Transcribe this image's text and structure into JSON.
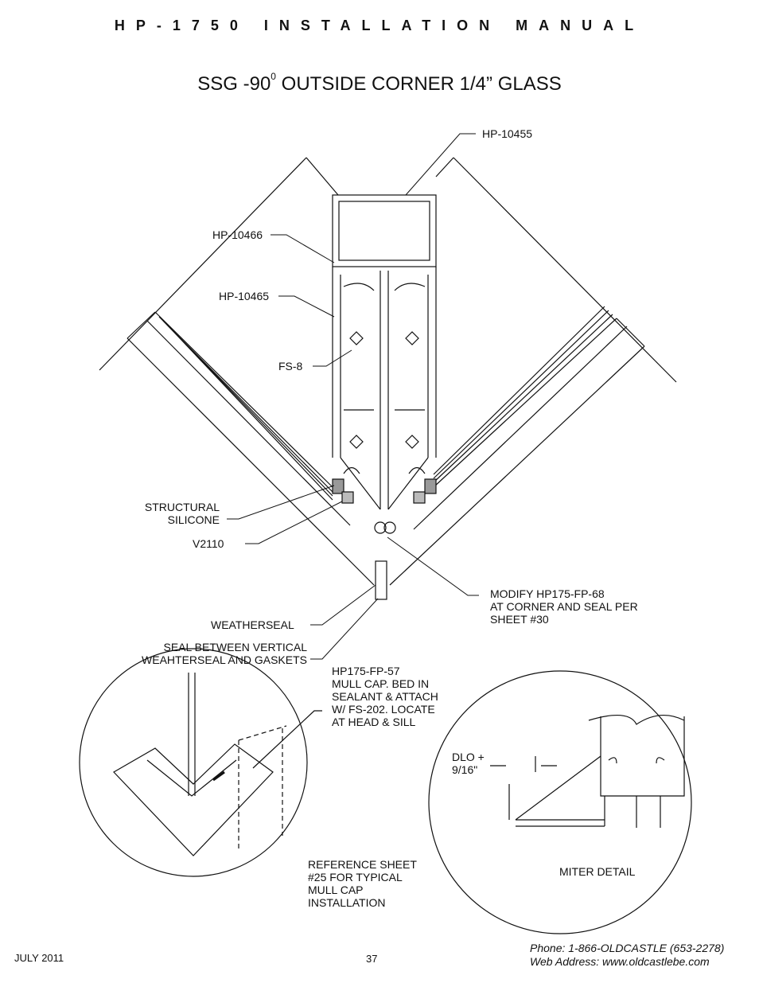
{
  "header": "HP-1750 INSTALLATION MANUAL",
  "title": {
    "main": "SSG -90",
    "sup": "0",
    "rest": " OUTSIDE CORNER 1/4” GLASS"
  },
  "labels": {
    "hp10455": "HP-10455",
    "hp10466": "HP-10466",
    "hp10465": "HP-10465",
    "fs8": "FS-8",
    "structural_silicone": "STRUCTURAL\nSILICONE",
    "v2110": "V2110",
    "weatherseal": "WEATHERSEAL",
    "seal_between": "SEAL BETWEEN VERTICAL\nWEAHTERSEAL AND GASKETS",
    "modify": "MODIFY HP175-FP-68\nAT CORNER AND SEAL PER\nSHEET #30",
    "mull_cap": "HP175-FP-57\nMULL CAP. BED IN\nSEALANT & ATTACH\nW/ FS-202. LOCATE\nAT HEAD & SILL",
    "reference": "REFERENCE SHEET\n#25 FOR TYPICAL\nMULL CAP\nINSTALLATION",
    "dlo": "DLO +\n9/16\"",
    "miter": "MITER DETAIL"
  },
  "footer": {
    "date": "JULY 2011",
    "page": "37",
    "phone": "Phone: 1-866-OLDCASTLE (653-2278)",
    "web": "Web Address: www.oldcastlebe.com"
  }
}
